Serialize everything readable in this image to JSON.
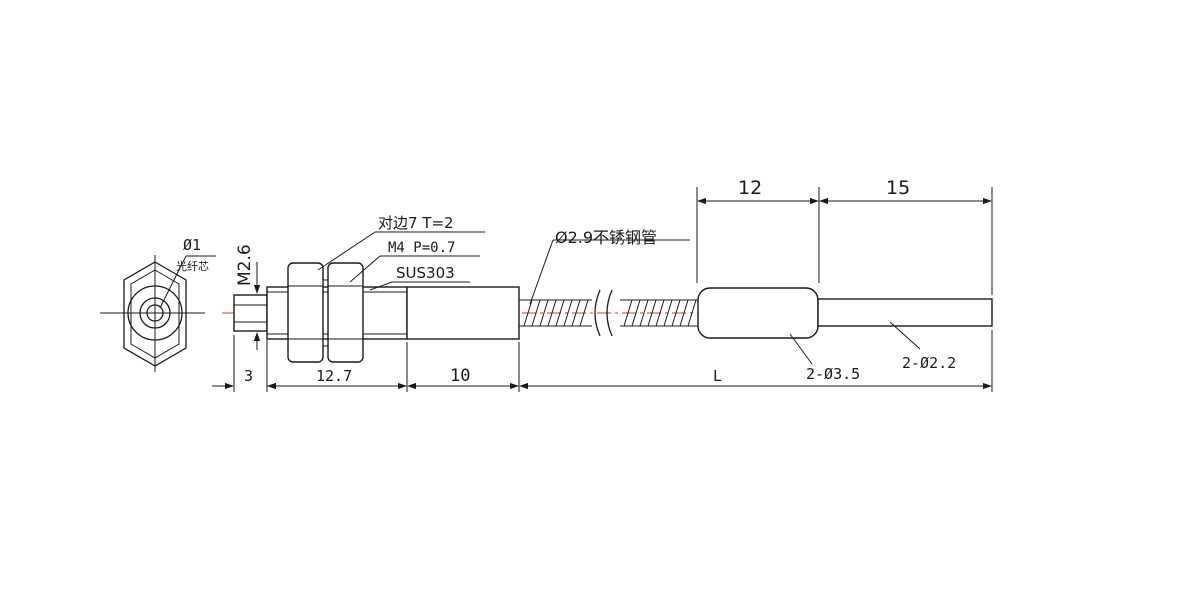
{
  "labels": {
    "core_dia": "Ø1",
    "core_name": "光纤芯",
    "tip_thread": "M2.6",
    "hex_spec": "对边7 T=2",
    "thread_spec": "M4 P=0.7",
    "material": "SUS303",
    "tube_spec": "Ø2.9不锈钢管",
    "ferrule_dia": "2-Ø3.5",
    "fiber_dia": "2-Ø2.2"
  },
  "dimensions": {
    "tip_len": "3",
    "thread_len": "12.7",
    "sleeve_len": "10",
    "tube_len": "L",
    "ferrule_len": "12",
    "fiber_len": "15"
  },
  "colors": {
    "line": "#1a1a1a",
    "centerline": "#e0302a"
  }
}
